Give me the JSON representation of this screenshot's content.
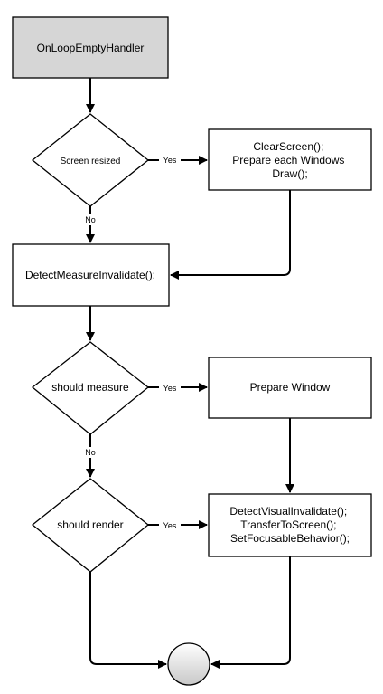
{
  "diagram": {
    "start": "OnLoopEmptyHandler",
    "decisions": {
      "screen_resized": "Screen resized",
      "should_measure": "should measure",
      "should_render": "should render"
    },
    "processes": {
      "clear_screen": [
        "ClearScreen();",
        "Prepare each Windows",
        "Draw();"
      ],
      "detect_measure": "DetectMeasureInvalidate();",
      "prepare_window": "Prepare Window",
      "detect_visual": [
        "DetectVisualInvalidate();",
        "TransferToScreen();",
        "SetFocusableBehavior();"
      ]
    },
    "edge_labels": {
      "yes_1": "Yes",
      "no_1": "No",
      "yes_2": "Yes",
      "no_2": "No",
      "yes_3": "Yes"
    },
    "colors": {
      "start_fill": "#d6d6d6",
      "node_fill": "#ffffff",
      "stroke": "#000000",
      "end_fill_top": "#ffffff",
      "end_fill_bottom": "#c8c8c8"
    }
  }
}
